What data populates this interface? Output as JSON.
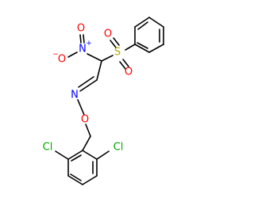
{
  "structure": {
    "atoms": {
      "nitro_n": {
        "label": "N",
        "charge": "+"
      },
      "nitro_o1": {
        "label": "O",
        "charge": "−"
      },
      "nitro_o2": {
        "label": "O"
      },
      "sulfonyl_s": {
        "label": "S"
      },
      "sulfonyl_o1": {
        "label": "O"
      },
      "sulfonyl_o2": {
        "label": "O"
      },
      "oxime_n": {
        "label": "N"
      },
      "oxime_o": {
        "label": "O"
      },
      "cl_left": {
        "label": "Cl"
      },
      "cl_right": {
        "label": "Cl"
      }
    }
  },
  "colors": {
    "bond": "#000000",
    "carbon_hydrogen": "#000000",
    "nitrogen": "#0000ff",
    "oxygen": "#ff0000",
    "sulfur": "#b8a300",
    "chlorine": "#00aa00"
  }
}
